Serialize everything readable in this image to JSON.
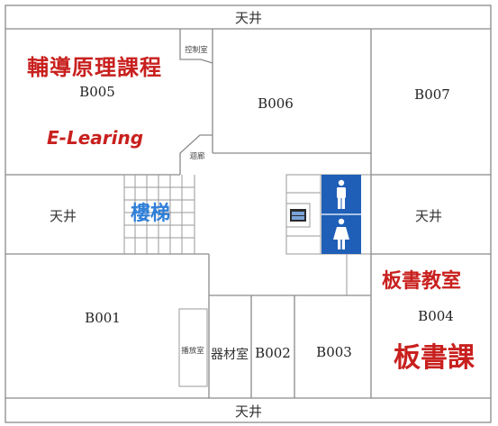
{
  "rooms": {
    "courtyard_top": "天井",
    "courtyard_left": "天井",
    "courtyard_right": "天井",
    "courtyard_bottom": "天井",
    "b005": "B005",
    "b006": "B006",
    "b007": "B007",
    "b001": "B001",
    "b002": "B002",
    "b003": "B003",
    "b004": "B004",
    "control_room": "控制室",
    "corridor": "迴廊",
    "equipment_room": "器材室",
    "broadcast_room": "播放室"
  },
  "annotations": {
    "b005_course": "輔導原理課程",
    "b005_elearning": "E-Learing",
    "stairs": "樓梯",
    "b004_room": "板書教室",
    "b004_course": "板書課"
  },
  "icons": {
    "restroom_sign": "restroom-icon",
    "vending": "vending-machine-icon"
  },
  "colors": {
    "annotation_red": "#c8201e",
    "annotation_blue": "#2f7fd8",
    "restroom_blue": "#1f5fb8",
    "wall": "#8a8a8a"
  }
}
